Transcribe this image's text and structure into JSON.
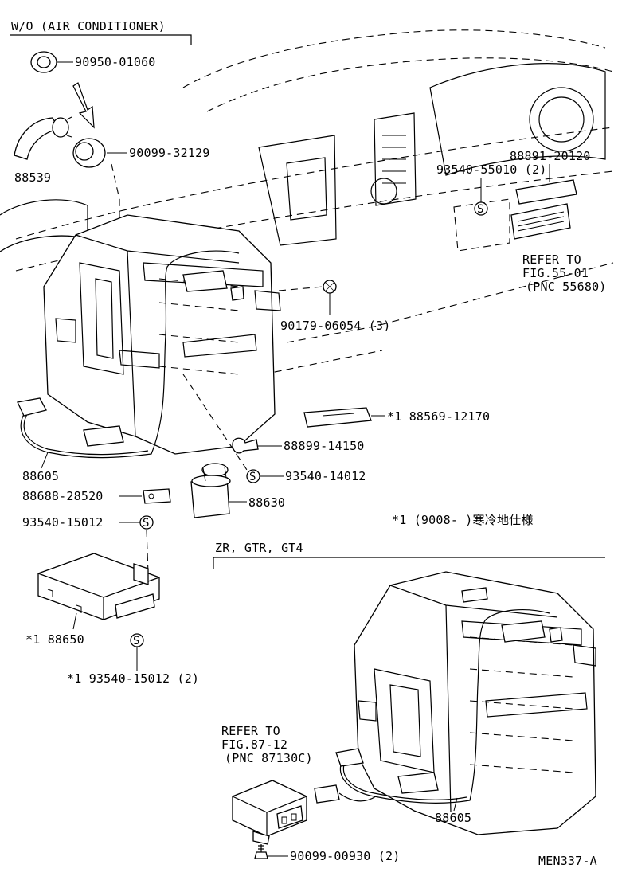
{
  "section_headers": {
    "without_ac": "W/O (AIR CONDITIONER)",
    "grades": "ZR, GTR, GT4",
    "footnote": "*1 (9008- )寒冷地仕様"
  },
  "parts": [
    {
      "id": "p1",
      "text": "90950-01060"
    },
    {
      "id": "p2",
      "text": "90099-32129"
    },
    {
      "id": "p3",
      "text": "88539"
    },
    {
      "id": "p4",
      "text": "88891-20120"
    },
    {
      "id": "p5",
      "text": "93540-55010 (2)"
    },
    {
      "id": "p6",
      "text": "90179-06054 (3)"
    },
    {
      "id": "p7",
      "text": "*1 88569-12170"
    },
    {
      "id": "p8",
      "text": "88899-14150"
    },
    {
      "id": "p9",
      "text": "93540-14012"
    },
    {
      "id": "p10",
      "text": "88605"
    },
    {
      "id": "p11",
      "text": "88688-28520"
    },
    {
      "id": "p12",
      "text": "88630"
    },
    {
      "id": "p13",
      "text": "93540-15012"
    },
    {
      "id": "p14",
      "text": "*1 88650"
    },
    {
      "id": "p15",
      "text": "*1 93540-15012 (2)"
    },
    {
      "id": "p16",
      "text": "88605"
    },
    {
      "id": "p17",
      "text": "90099-00930 (2)"
    }
  ],
  "refer_notes": [
    {
      "id": "r1",
      "lines": [
        "REFER TO",
        "FIG.55-01",
        "(PNC 55680)"
      ]
    },
    {
      "id": "r2",
      "lines": [
        "REFER TO",
        "FIG.87-12",
        "(PNC 87130C)"
      ]
    }
  ],
  "screw_marker": "S",
  "figure_code": "MEN337-A"
}
